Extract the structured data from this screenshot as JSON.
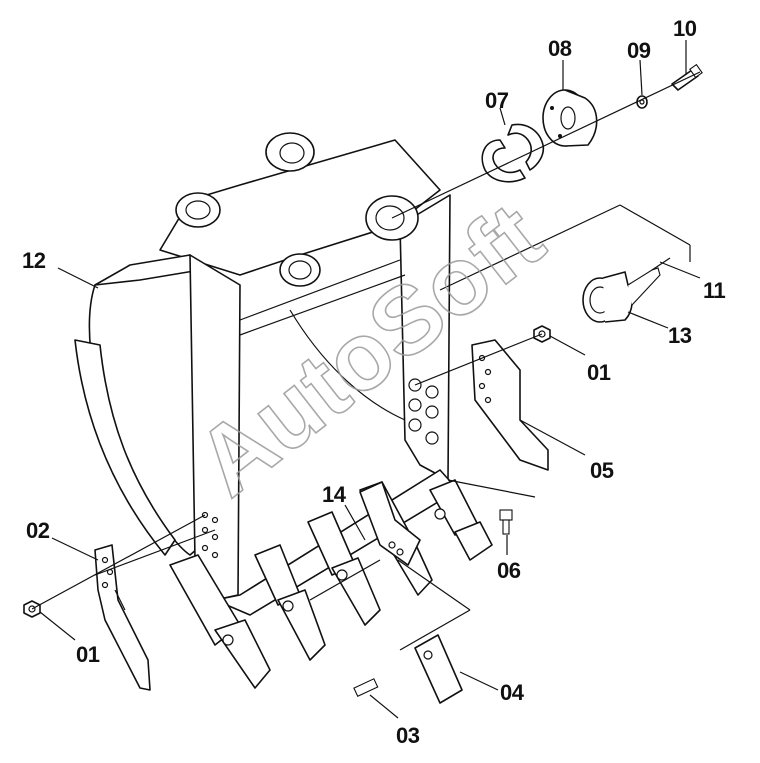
{
  "watermark": "AutoSoft",
  "callouts": [
    {
      "id": "c01a",
      "label": "01"
    },
    {
      "id": "c01b",
      "label": "01"
    },
    {
      "id": "c02",
      "label": "02"
    },
    {
      "id": "c03",
      "label": "03"
    },
    {
      "id": "c04",
      "label": "04"
    },
    {
      "id": "c05",
      "label": "05"
    },
    {
      "id": "c06",
      "label": "06"
    },
    {
      "id": "c07",
      "label": "07"
    },
    {
      "id": "c08",
      "label": "08"
    },
    {
      "id": "c09",
      "label": "09"
    },
    {
      "id": "c10",
      "label": "10"
    },
    {
      "id": "c11",
      "label": "11"
    },
    {
      "id": "c12",
      "label": "12"
    },
    {
      "id": "c13",
      "label": "13"
    },
    {
      "id": "c14",
      "label": "14"
    }
  ]
}
